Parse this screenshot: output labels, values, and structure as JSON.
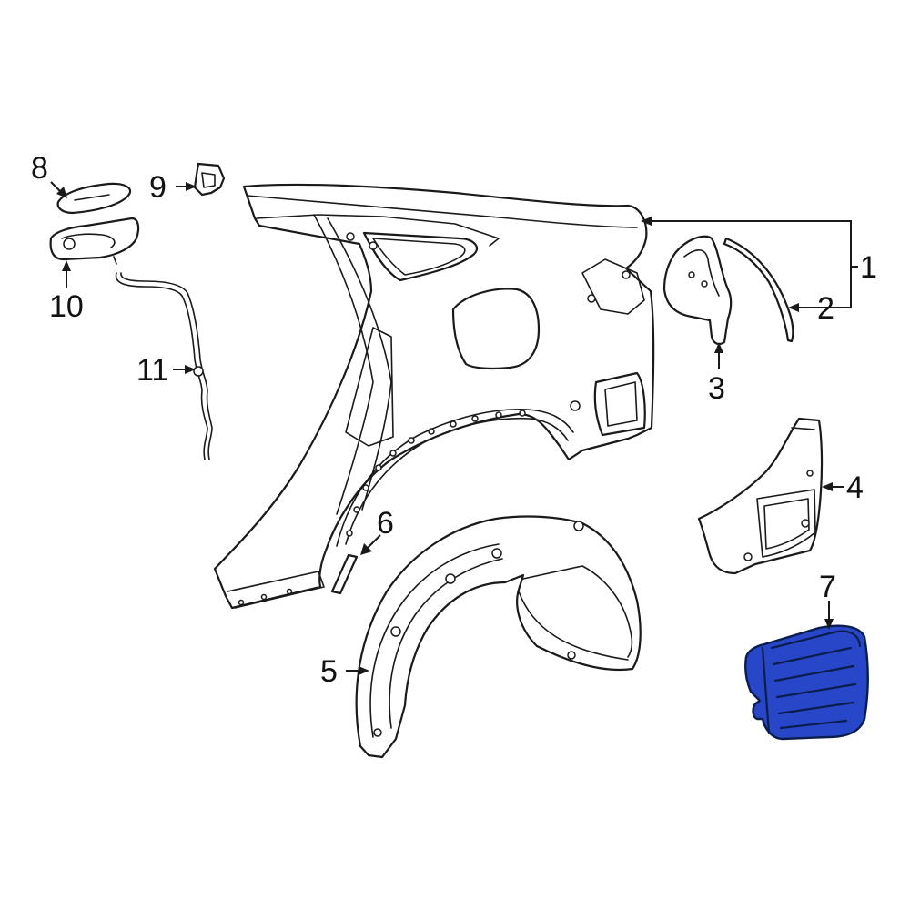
{
  "callouts": {
    "c1": "1",
    "c2": "2",
    "c3": "3",
    "c4": "4",
    "c5": "5",
    "c6": "6",
    "c7": "7",
    "c8": "8",
    "c9": "9",
    "c10": "10",
    "c11": "11"
  },
  "colors": {
    "highlight_fill": "#2846c8",
    "highlight_stroke": "#0b1d4d",
    "line": "#1a1a1a",
    "background": "#ffffff"
  },
  "highlighted_part": "7"
}
